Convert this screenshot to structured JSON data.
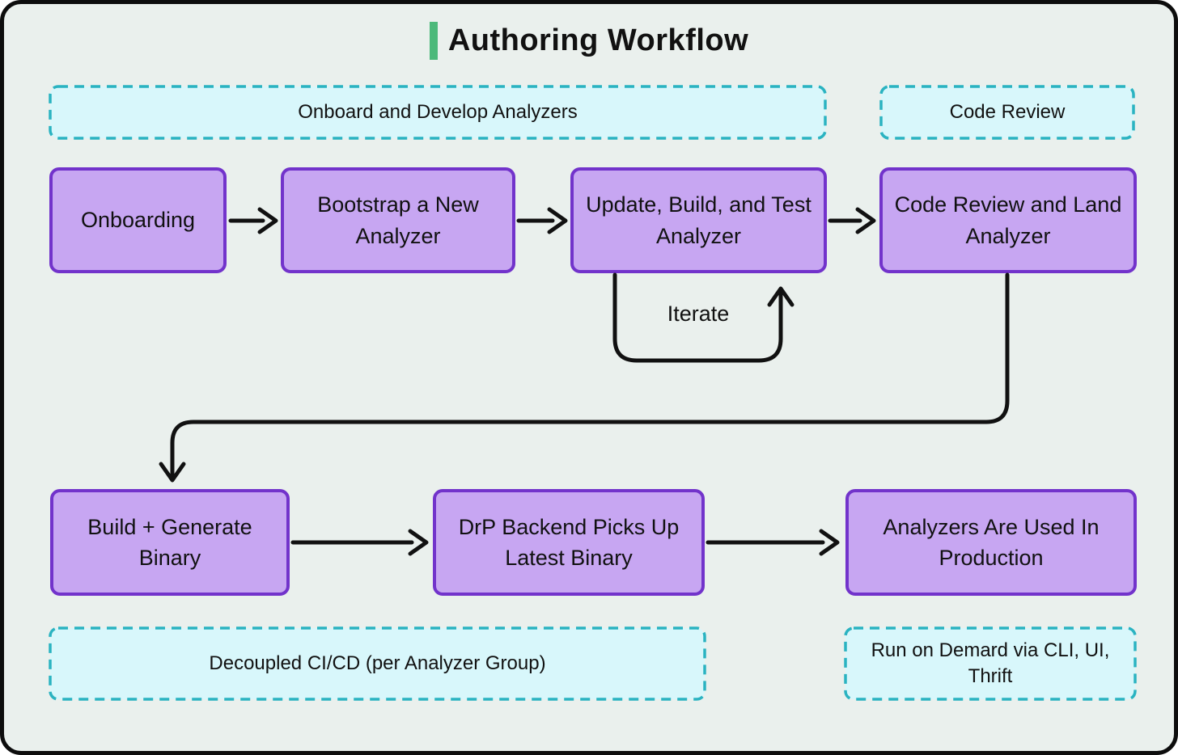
{
  "title": {
    "text": "Authoring Workflow"
  },
  "colors": {
    "background": "#eaf0ed",
    "canvas_border": "#0d0d0d",
    "title_accent": "#4cb97a",
    "node_fill": "#c7a6f2",
    "node_border": "#7233cb",
    "group_fill": "#d8f7fb",
    "group_border": "#2ab3c1",
    "arrow": "#111111"
  },
  "group_labels": [
    {
      "id": "onboard-develop",
      "text": "Onboard and Develop Analyzers"
    },
    {
      "id": "code-review",
      "text": "Code Review"
    },
    {
      "id": "decoupled-cicd",
      "text": "Decoupled CI/CD (per Analyzer Group)"
    },
    {
      "id": "run-on-demand",
      "text": "Run on Demard via CLI, UI, Thrift"
    }
  ],
  "nodes": [
    {
      "id": "onboarding",
      "text": "Onboarding"
    },
    {
      "id": "bootstrap-new-analyzer",
      "text": "Bootstrap a New Analyzer"
    },
    {
      "id": "update-build-test",
      "text": "Update, Build, and Test Analyzer"
    },
    {
      "id": "code-review-land",
      "text": "Code Review and Land Analyzer"
    },
    {
      "id": "build-generate-binary",
      "text": "Build + Generate Binary"
    },
    {
      "id": "drp-backend-picks-binary",
      "text": "DrP Backend Picks Up Latest Binary"
    },
    {
      "id": "analyzers-in-production",
      "text": "Analyzers Are Used In Production"
    }
  ],
  "edge_labels": [
    {
      "id": "iterate",
      "text": "Iterate"
    }
  ]
}
